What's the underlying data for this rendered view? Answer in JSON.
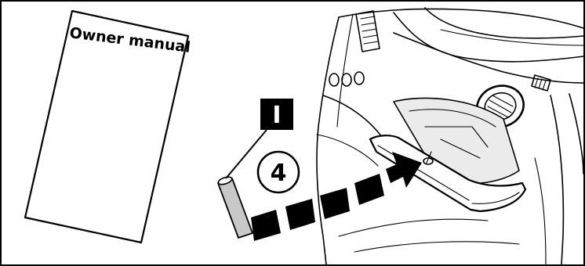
{
  "manual": {
    "title": "Owner manual"
  },
  "callout": {
    "label": "I",
    "step": "4"
  },
  "colors": {
    "ink": "#000000",
    "paper": "#ffffff",
    "tool_fill": "#c8c8c8",
    "panel_fill": "#ebebeb"
  }
}
